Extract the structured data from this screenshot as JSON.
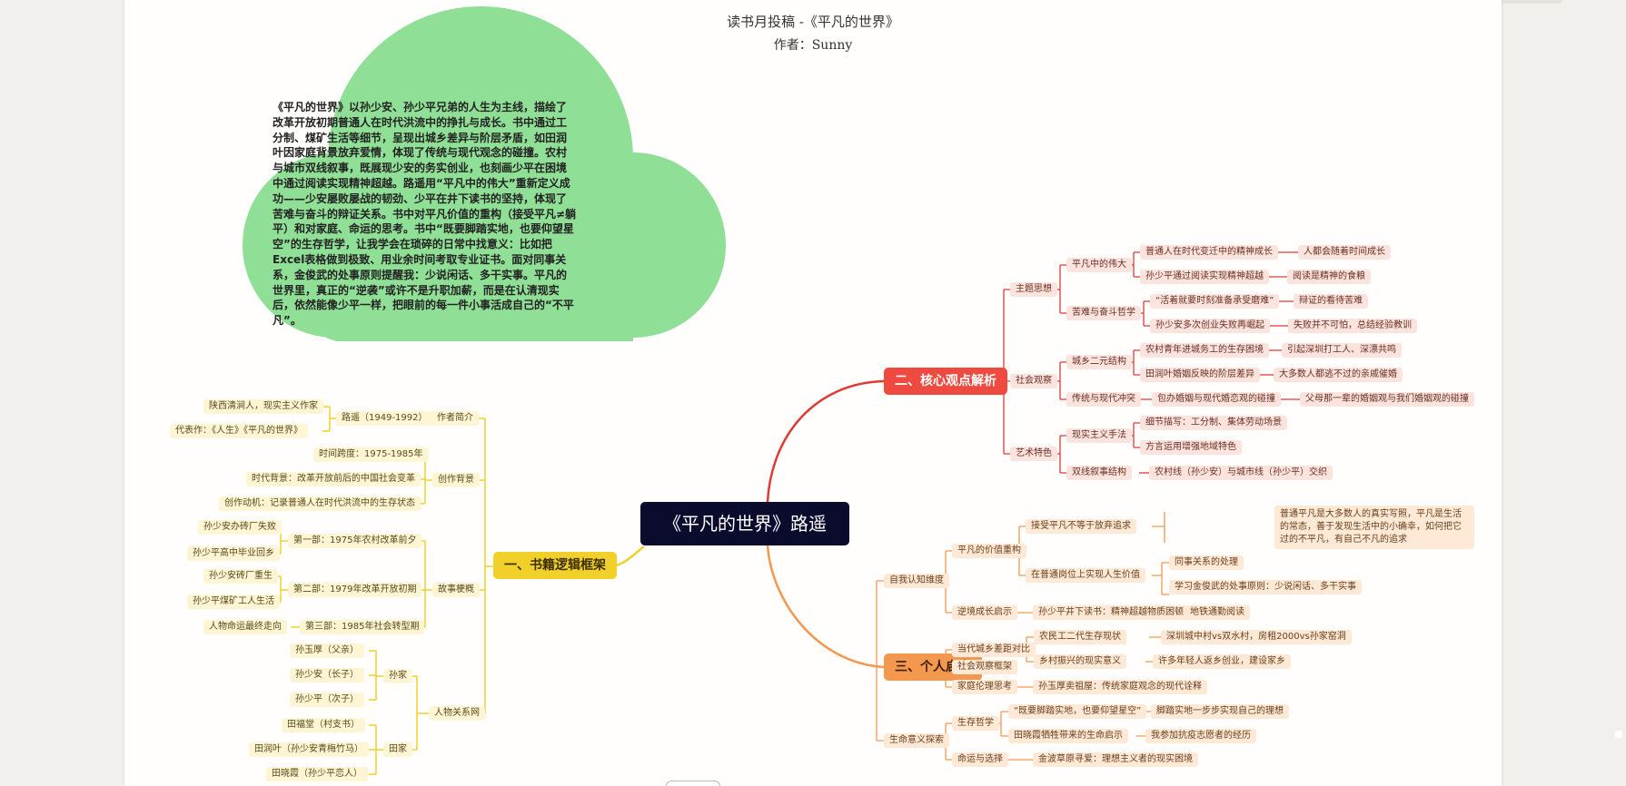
{
  "header": {
    "title": "读书月投稿 -《平凡的世界》",
    "author": "作者：Sunny"
  },
  "summary": "《平凡的世界》以孙少安、孙少平兄弟的人生为主线，描绘了改革开放初期普通人在时代洪流中的挣扎与成长。书中通过工分制、煤矿生活等细节，呈现出城乡差异与阶层矛盾，如田润叶因家庭背景放弃爱情，体现了传统与现代观念的碰撞。农村与城市双线叙事，既展现少安的务实创业，也刻画少平在困境中通过阅读实现精神超越。路遥用“平凡中的伟大”重新定义成功——少安屡败屡战的韧劲、少平在井下读书的坚持，体现了苦难与奋斗的辩证关系。书中对平凡价值的重构（接受平凡≠躺平）和对家庭、命运的思考。书中“既要脚踏实地，也要仰望星空”的生存哲学，让我学会在琐碎的日常中找意义：比如把Excel表格做到极致、用业余时间考取专业证书。面对同事关系，金俊武的处事原则提醒我：少说闲话、多干实事。平凡的世界里，真正的“逆袭”或许不是升职加薪，而是在认清现实后，依然能像少平一样，把眼前的每一件小事活成自己的“不平凡”。",
  "root": "《平凡的世界》路遥",
  "colors": {
    "branch1": "#f1d02a",
    "branch2": "#ee4a3f",
    "branch3": "#f3994f",
    "root": "#0b0b2e",
    "cloud": "#90df96"
  },
  "b1": {
    "label": "一、书籍逻辑框架",
    "author_intro": "作者简介",
    "luyao": "路遥（1949-1992）",
    "luyao_c1": "陕西清涧人，现实主义作家",
    "luyao_c2": "代表作：《人生》《平凡的世界》",
    "background": "创作背景",
    "bg_c1": "时间跨度：1975-1985年",
    "bg_c2": "时代背景：改革开放前后的中国社会变革",
    "bg_c3": "创作动机：记录普通人在时代洪流中的生存状态",
    "story": "故事梗概",
    "part1": "第一部：1975年农村改革前夕",
    "part1_c1": "孙少安办砖厂失败",
    "part1_c2": "孙少平高中毕业回乡",
    "part2": "第二部：1979年改革开放初期",
    "part2_c1": "孙少安砖厂重生",
    "part2_c2": "孙少平煤矿工人生活",
    "part3": "第三部：1985年社会转型期",
    "part3_c1": "人物命运最终走向",
    "people": "人物关系网",
    "sun": "孙家",
    "sun_c1": "孙玉厚（父亲）",
    "sun_c2": "孙少安（长子）",
    "sun_c3": "孙少平（次子）",
    "tian": "田家",
    "tian_c1": "田福堂（村支书）",
    "tian_c2": "田润叶（孙少安青梅竹马）",
    "tian_c3": "田晓霞（孙少平恋人）"
  },
  "b2": {
    "label": "二、核心观点解析",
    "theme": "主题思想",
    "greatness": "平凡中的伟大",
    "g_c1": "普通人在时代变迁中的精神成长",
    "g_c1a": "人都会随着时间成长",
    "g_c2": "孙少平通过阅读实现精神超越",
    "g_c2a": "阅读是精神的食粮",
    "hardship": "苦难与奋斗哲学",
    "h_c1": "“活着就要时刻准备承受磨难”",
    "h_c1a": "辩证的看待苦难",
    "h_c2": "孙少安多次创业失败再崛起",
    "h_c2a": "失败并不可怕，总结经验教训",
    "society": "社会观察",
    "dual": "城乡二元结构",
    "d_c1": "农村青年进城务工的生存困境",
    "d_c1a": "引起深圳打工人、深漂共鸣",
    "d_c2": "田润叶婚姻反映的阶层差异",
    "d_c2a": "大多数人都逃不过的亲戚催婚",
    "clash": "传统与现代冲突",
    "c_c1": "包办婚姻与现代婚恋观的碰撞",
    "c_c1a": "父母那一辈的婚姻观与我们婚姻观的碰撞",
    "art": "艺术特色",
    "realism": "现实主义手法",
    "r_c1": "细节描写：工分制、集体劳动场景",
    "r_c2": "方言运用增强地域特色",
    "dualnarr": "双线叙事结构",
    "dn_c1": "农村线（孙少安）与城市线（孙少平）交织"
  },
  "b3": {
    "label": "三、个人启发",
    "self": "自我认知维度",
    "value": "平凡的价值重构",
    "v_c1": "接受平凡不等于放弃追求",
    "v_c1a": "普通平凡是大多数人的真实写照，平凡是生活的常态，善于发现生活中的小确幸，如何把它过的不平凡，有自己不凡的追求",
    "v_c2": "在普通岗位上实现人生价值",
    "v_c2a": "同事关系的处理",
    "v_c2b": "学习金俊武的处事原则：少说闲话、多干实事",
    "adversity": "逆境成长启示",
    "a_c1": "孙少平井下读书：精神超越物质困顿",
    "a_c1a": "地铁通勤阅读",
    "social": "社会观察框架",
    "urban": "当代城乡差距对比",
    "u_c1": "农民工二代生存现状",
    "u_c1a": "深圳城中村vs双水村，房租2000vs孙家窑洞",
    "u_c2": "乡村振兴的现实意义",
    "u_c2a": "许多年轻人返乡创业，建设家乡",
    "family": "家庭伦理思考",
    "f_c1": "孙玉厚卖祖屋：传统家庭观念的现代诠释",
    "meaning": "生命意义探索",
    "philo": "生存哲学",
    "p_c1": "“既要脚踏实地，也要仰望星空”",
    "p_c1a": "脚踏实地一步步实现自己的理想",
    "p_c2": "田晓霞牺牲带来的生命启示",
    "p_c2a": "我参加抗疫志愿者的经历",
    "fate": "命运与选择",
    "fa_c1": "金波草原寻爱：理想主义者的现实困境"
  }
}
